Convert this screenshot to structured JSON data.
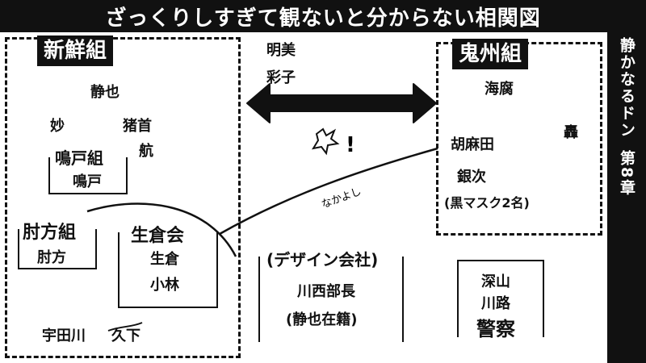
{
  "title": "ざっくりしすぎて観ないと分からない相関図",
  "side": {
    "series": "静かなるドン",
    "chapter": "第8章"
  },
  "shinsen": {
    "name": "新鮮組",
    "members": [
      "静也",
      "妙",
      "猪首",
      "航",
      "宇田川"
    ],
    "strike": "久下",
    "naruto": {
      "name": "鳴戸組",
      "member": "鳴戸"
    },
    "hijikata": {
      "name": "肘方組",
      "member": "肘方"
    },
    "ikura": {
      "name": "生倉会",
      "members": [
        "生倉",
        "小林"
      ]
    }
  },
  "kishu": {
    "name": "鬼州組",
    "members": [
      "海腐",
      "轟",
      "胡麻田",
      "銀次"
    ],
    "note": "(黒マスク2名)"
  },
  "middle": {
    "names": [
      "明美",
      "彩子"
    ],
    "clash": "!"
  },
  "link": "なかよし",
  "design": {
    "name": "(デザイン会社)",
    "lines": [
      "川西部長",
      "(静也在籍)"
    ]
  },
  "police": {
    "name": "警察",
    "members": [
      "深山",
      "川路"
    ]
  }
}
